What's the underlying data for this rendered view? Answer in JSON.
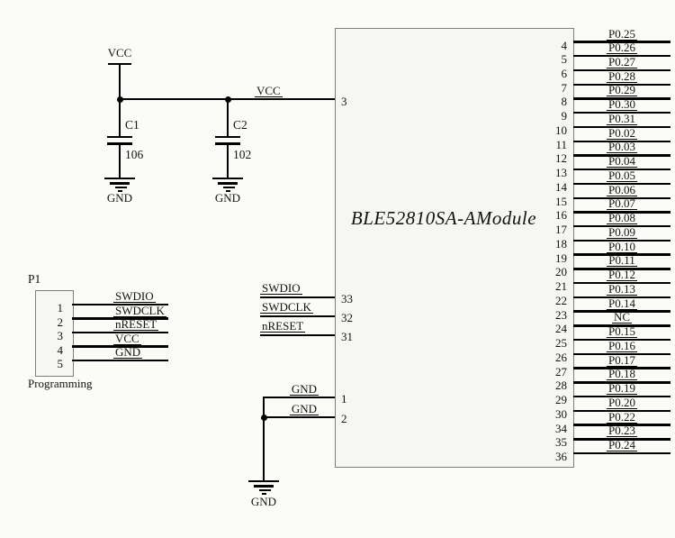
{
  "schematic": {
    "module": {
      "title": "BLE52810SA-AModule",
      "left_pins": [
        {
          "num": "3",
          "label": "VCC"
        },
        {
          "num": "33",
          "label": "SWDIO"
        },
        {
          "num": "32",
          "label": "SWDCLK"
        },
        {
          "num": "31",
          "label": "nRESET"
        },
        {
          "num": "1",
          "label": "GND"
        },
        {
          "num": "2",
          "label": "GND"
        }
      ],
      "right_pins": [
        {
          "num": "4",
          "label": "P0.25"
        },
        {
          "num": "5",
          "label": "P0.26"
        },
        {
          "num": "6",
          "label": "P0.27"
        },
        {
          "num": "7",
          "label": "P0.28"
        },
        {
          "num": "8",
          "label": "P0.29"
        },
        {
          "num": "9",
          "label": "P0.30"
        },
        {
          "num": "10",
          "label": "P0.31"
        },
        {
          "num": "11",
          "label": "P0.02"
        },
        {
          "num": "12",
          "label": "P0.03"
        },
        {
          "num": "13",
          "label": "P0.04"
        },
        {
          "num": "14",
          "label": "P0.05"
        },
        {
          "num": "15",
          "label": "P0.06"
        },
        {
          "num": "16",
          "label": "P0.07"
        },
        {
          "num": "17",
          "label": "P0.08"
        },
        {
          "num": "18",
          "label": "P0.09"
        },
        {
          "num": "19",
          "label": "P0.10"
        },
        {
          "num": "20",
          "label": "P0.11"
        },
        {
          "num": "21",
          "label": "P0.12"
        },
        {
          "num": "22",
          "label": "P0.13"
        },
        {
          "num": "23",
          "label": "P0.14"
        },
        {
          "num": "24",
          "label": "NC"
        },
        {
          "num": "25",
          "label": "P0.15"
        },
        {
          "num": "26",
          "label": "P0.16"
        },
        {
          "num": "27",
          "label": "P0.17"
        },
        {
          "num": "28",
          "label": "P0.18"
        },
        {
          "num": "29",
          "label": "P0.19"
        },
        {
          "num": "30",
          "label": "P0.20"
        },
        {
          "num": "34",
          "label": "P0.22"
        },
        {
          "num": "35",
          "label": "P0.23"
        },
        {
          "num": "36",
          "label": "P0.24"
        }
      ]
    },
    "power": {
      "vcc_label": "VCC",
      "gnd_label": "GND",
      "capacitors": [
        {
          "ref": "C1",
          "value": "106"
        },
        {
          "ref": "C2",
          "value": "102"
        }
      ]
    },
    "connector": {
      "ref": "P1",
      "caption": "Programming",
      "pins": [
        {
          "num": "1",
          "label": "SWDIO"
        },
        {
          "num": "2",
          "label": "SWDCLK"
        },
        {
          "num": "3",
          "label": "nRESET"
        },
        {
          "num": "4",
          "label": "VCC"
        },
        {
          "num": "5",
          "label": "GND"
        }
      ]
    },
    "colors": {
      "wire": "#000000",
      "box_border": "#7e7e7e",
      "box_fill": "#f6f6f2",
      "background": "#fbfbf8",
      "text": "#121212"
    }
  }
}
